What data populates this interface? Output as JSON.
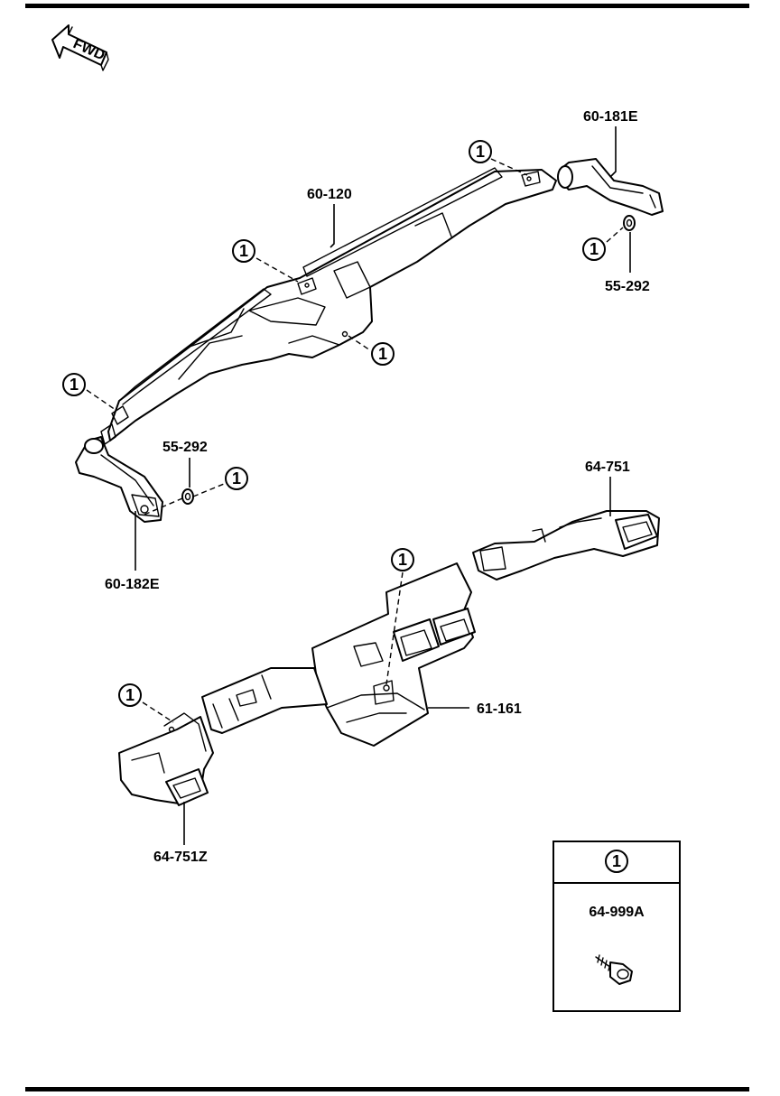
{
  "orientation": {
    "label": "FWD"
  },
  "callout_symbol": "1",
  "parts": {
    "p_60_120": "60-120",
    "p_60_181e": "60-181E",
    "p_55_292_right": "55-292",
    "p_55_292_left": "55-292",
    "p_60_182e": "60-182E",
    "p_64_751": "64-751",
    "p_61_161": "61-161",
    "p_64_751z": "64-751Z"
  },
  "legend": {
    "symbol": "1",
    "part_number": "64-999A",
    "item": "screw-icon"
  }
}
